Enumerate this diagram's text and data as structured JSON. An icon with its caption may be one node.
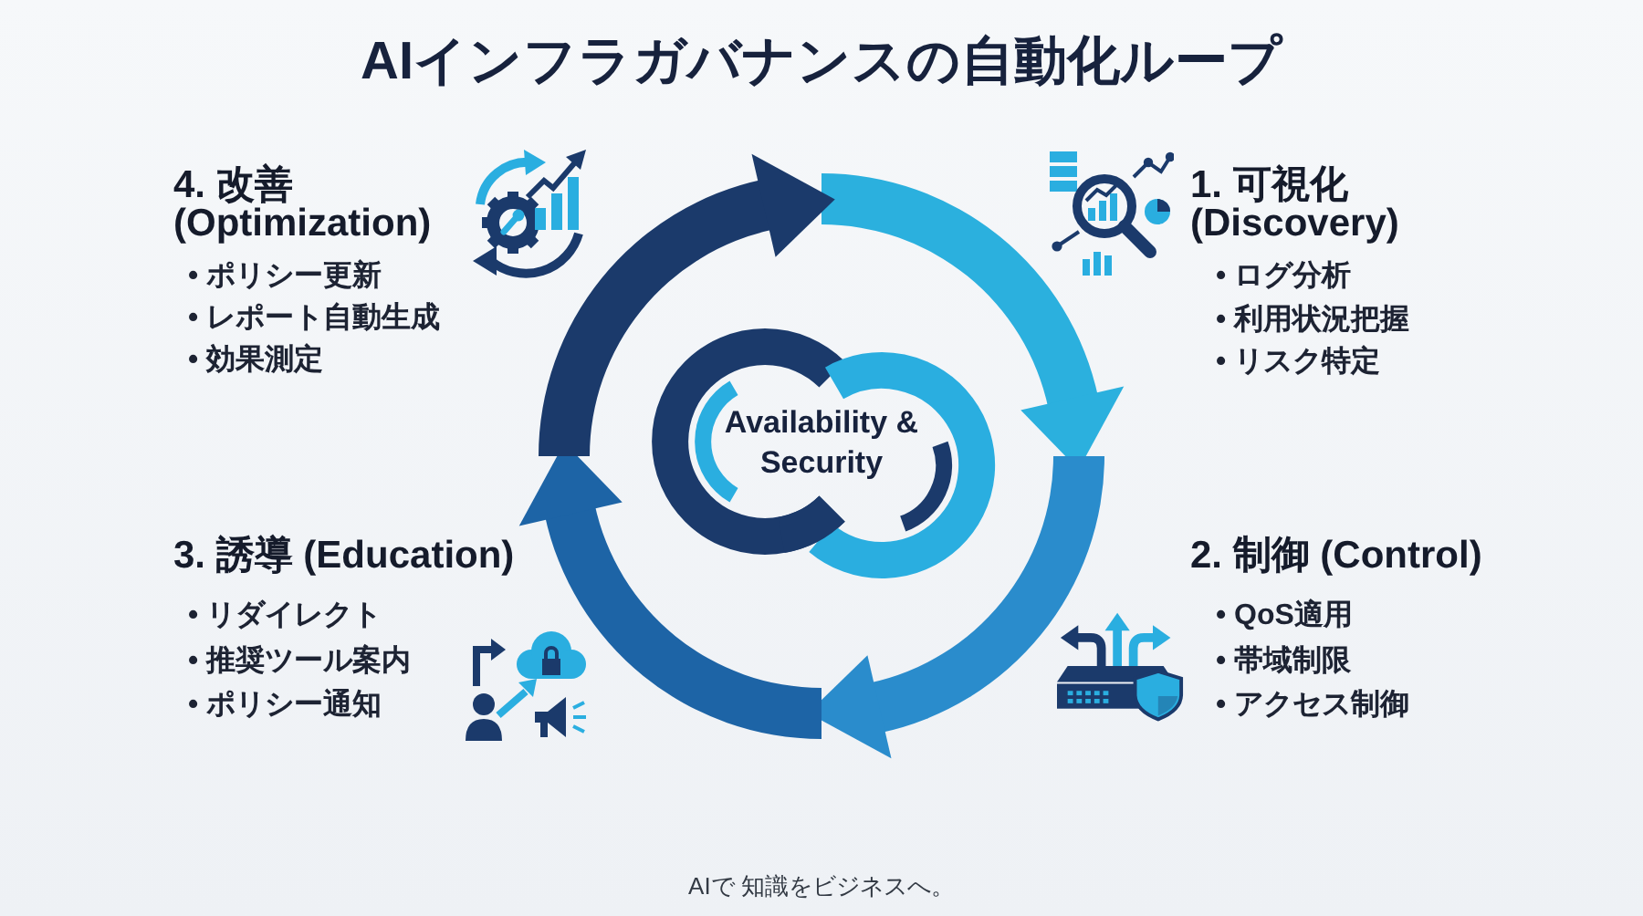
{
  "diagram": {
    "title": "AIインフラガバナンスの自動化ループ",
    "nodes": [
      {
        "text": [
          "Availability & Security"
        ]
      }
    ],
    "labels": [
      "4. 改善 (Optimization)",
      "• ポリシー更新",
      "• レポート自動生成",
      "• 効果測定",
      "1. 可視化 (Discovery)",
      "• ログ分析",
      "• 利用状況把握",
      "• リスク特定",
      "3. 誘導 (Education)",
      "• リダイレクト",
      "• 推奨ツール案内",
      "• ポリシー通知",
      "2. 制御 (Control)",
      "• QoS適用",
      "• 帯域制限",
      "• アクセス制御",
      "AIで 知識をビジネスへ。"
    ]
  }
}
